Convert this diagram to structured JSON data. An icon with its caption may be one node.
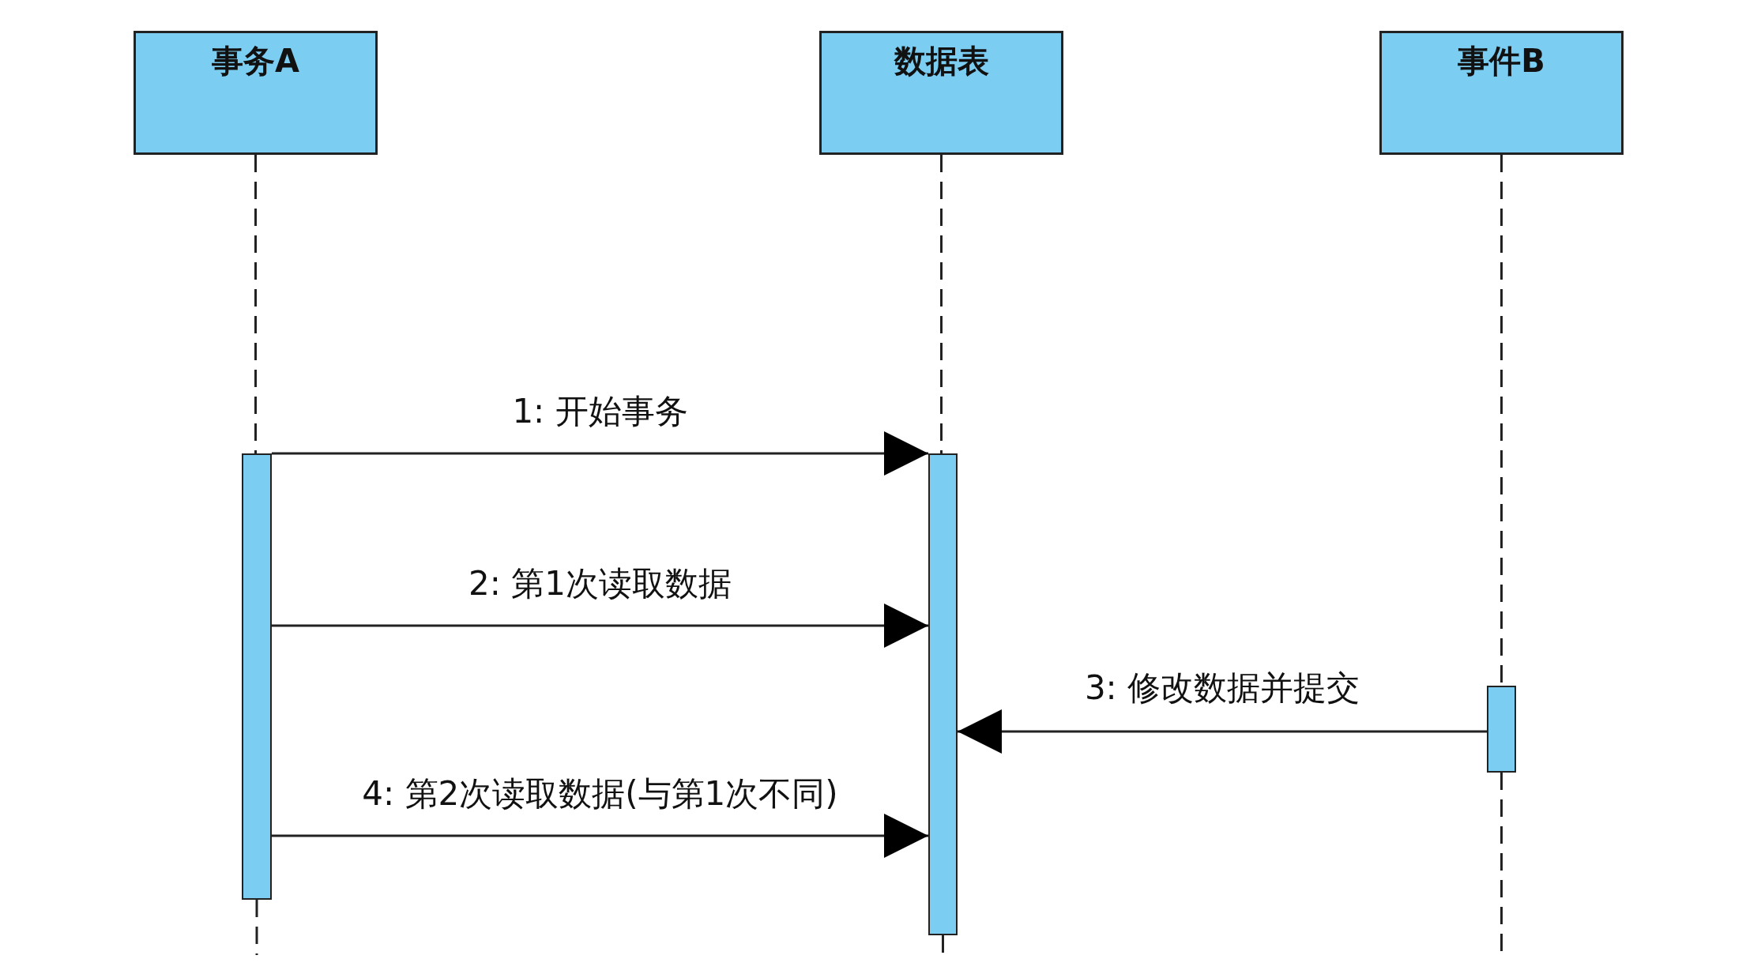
{
  "diagram": {
    "nodes": [
      {
        "text": [
          "事务A"
        ]
      },
      {
        "text": [
          "数据表"
        ]
      },
      {
        "text": [
          "事件B"
        ]
      },
      {
        "text": [],
        "shape": "bar"
      },
      {
        "text": [],
        "shape": "bar"
      },
      {
        "text": [],
        "shape": "bar"
      }
    ],
    "edges": [
      {
        "from": 0,
        "to": 3,
        "arrow": "none",
        "style": "dashed"
      },
      {
        "from": 1,
        "to": 4,
        "arrow": "none",
        "style": "dashed"
      },
      {
        "from": 2,
        "to": 5,
        "arrow": "none",
        "style": "dashed"
      },
      {
        "from": 3,
        "to": 4,
        "arrow": "to",
        "label": "1: 开始事务"
      },
      {
        "from": 3,
        "to": 4,
        "arrow": "to",
        "label": "2: 第1次读取数据"
      },
      {
        "from": 5,
        "to": 4,
        "arrow": "to",
        "label": "3: 修改数据并提交"
      },
      {
        "from": 3,
        "to": 4,
        "arrow": "to",
        "label": "4: 第2次读取数据(与第1次不同)"
      }
    ]
  }
}
